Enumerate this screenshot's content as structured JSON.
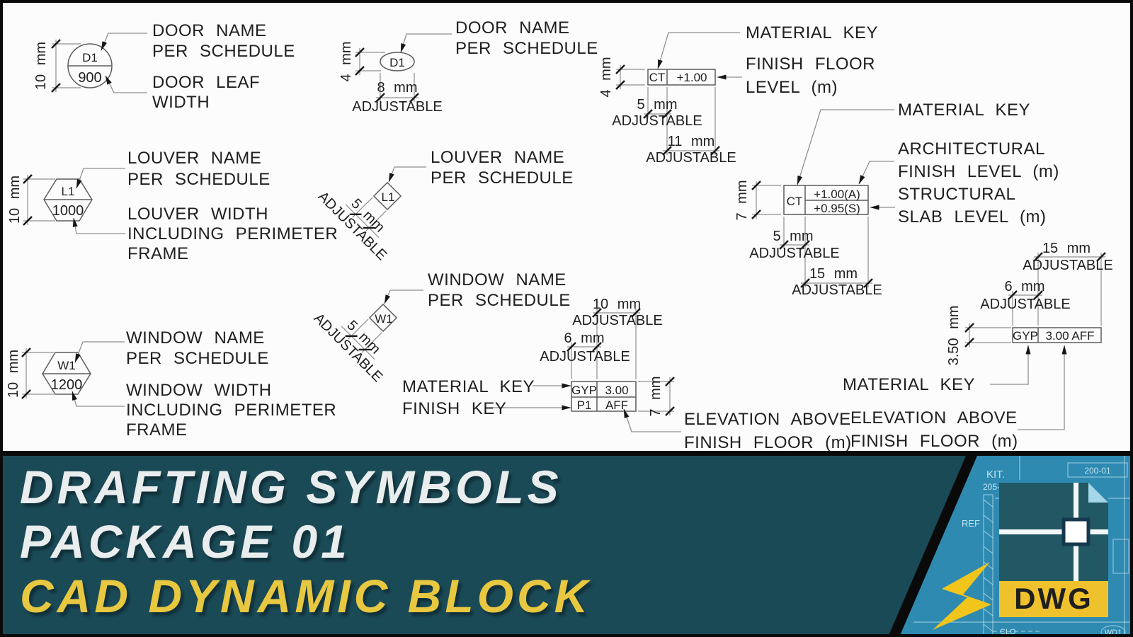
{
  "banner": {
    "title_line1": "DRAFTING SYMBOLS",
    "title_line2": "PACKAGE 01",
    "subtitle": "CAD DYNAMIC BLOCK",
    "logo_text": "DWG",
    "blueprint_labels": {
      "kit": "KIT.",
      "num1": "205-",
      "num2": "200-01",
      "ref": "REF",
      "clo": "CLO",
      "wd": "WD1"
    },
    "colors": {
      "teal": "#1b4a57",
      "title_white": "#e9edee",
      "subtitle_yellow": "#e8c840",
      "blueprint_blue": "#2e8ab1",
      "logo_band_yellow": "#efc22d",
      "bolt_yellow": "#f2c51d",
      "logo_square": "#215863",
      "logo_text_dark": "#2c3e48"
    }
  },
  "symbols": {
    "door_schedule": {
      "tag": "D1",
      "value": "900",
      "dim_left": "10 mm",
      "label1_l1": "DOOR NAME",
      "label1_l2": "PER SCHEDULE",
      "label2_l1": "DOOR LEAF",
      "label2_l2": "WIDTH"
    },
    "louver_schedule": {
      "tag": "L1",
      "value": "1000",
      "dim_left": "10 mm",
      "label1_l1": "LOUVER NAME",
      "label1_l2": "PER SCHEDULE",
      "label2_l1": "LOUVER WIDTH",
      "label2_l2": "INCLUDING PERIMETER",
      "label2_l3": "FRAME"
    },
    "window_schedule": {
      "tag": "W1",
      "value": "1200",
      "dim_left": "10 mm",
      "label1_l1": "WINDOW NAME",
      "label1_l2": "PER SCHEDULE",
      "label2_l1": "WINDOW WIDTH",
      "label2_l2": "INCLUDING PERIMETER",
      "label2_l3": "FRAME"
    },
    "door_adjustable": {
      "tag": "D1",
      "dim_left": "4 mm",
      "dim_bottom": "8 mm",
      "dim_bottom_note": "ADJUSTABLE",
      "label1_l1": "DOOR NAME",
      "label1_l2": "PER SCHEDULE"
    },
    "louver_adjustable": {
      "tag": "L1",
      "dim_diag": "5 mm",
      "dim_diag_note": "ADJUSTABLE",
      "label1_l1": "LOUVER NAME",
      "label1_l2": "PER SCHEDULE"
    },
    "window_adjustable": {
      "tag": "W1",
      "dim_diag": "5 mm",
      "dim_diag_note": "ADJUSTABLE",
      "label1_l1": "WINDOW NAME",
      "label1_l2": "PER SCHEDULE"
    },
    "finish_floor": {
      "key": "CT",
      "value": "+1.00",
      "dim_left": "4 mm",
      "dim1": "5 mm",
      "dim1_note": "ADJUSTABLE",
      "dim2": "11 mm",
      "dim2_note": "ADJUSTABLE",
      "label_material": "MATERIAL KEY",
      "label_level_l1": "FINISH FLOOR",
      "label_level_l2": "LEVEL (m)"
    },
    "arch_struct": {
      "key": "CT",
      "value_arch": "+1.00(A)",
      "value_struct": "+0.95(S)",
      "dim_left": "7 mm",
      "dim1": "5 mm",
      "dim1_note": "ADJUSTABLE",
      "dim2": "15 mm",
      "dim2_note": "ADJUSTABLE",
      "label_material": "MATERIAL KEY",
      "label_arch_l1": "ARCHITECTURAL",
      "label_arch_l2": "FINISH LEVEL (m)",
      "label_struct_l1": "STRUCTURAL",
      "label_struct_l2": "SLAB LEVEL (m)"
    },
    "elevation_table": {
      "material": "GYP",
      "value": "3.00",
      "finish": "P1",
      "unit": "AFF",
      "dim_top": "10 mm",
      "dim_top_note": "ADJUSTABLE",
      "dim_col": "6 mm",
      "dim_col_note": "ADJUSTABLE",
      "dim_right": "7 mm",
      "label_material": "MATERIAL KEY",
      "label_finish": "FINISH KEY",
      "label_elev_l1": "ELEVATION ABOVE",
      "label_elev_l2": "FINISH FLOOR (m)"
    },
    "elevation_single": {
      "material": "GYP",
      "value": "3.00 AFF",
      "dim_top": "15 mm",
      "dim_top_note": "ADJUSTABLE",
      "dim_col": "6 mm",
      "dim_col_note": "ADJUSTABLE",
      "dim_left": "3.50 mm",
      "label_material": "MATERIAL KEY",
      "label_elev_l1": "ELEVATION ABOVE",
      "label_elev_l2": "FINISH FLOOR (m)"
    }
  }
}
